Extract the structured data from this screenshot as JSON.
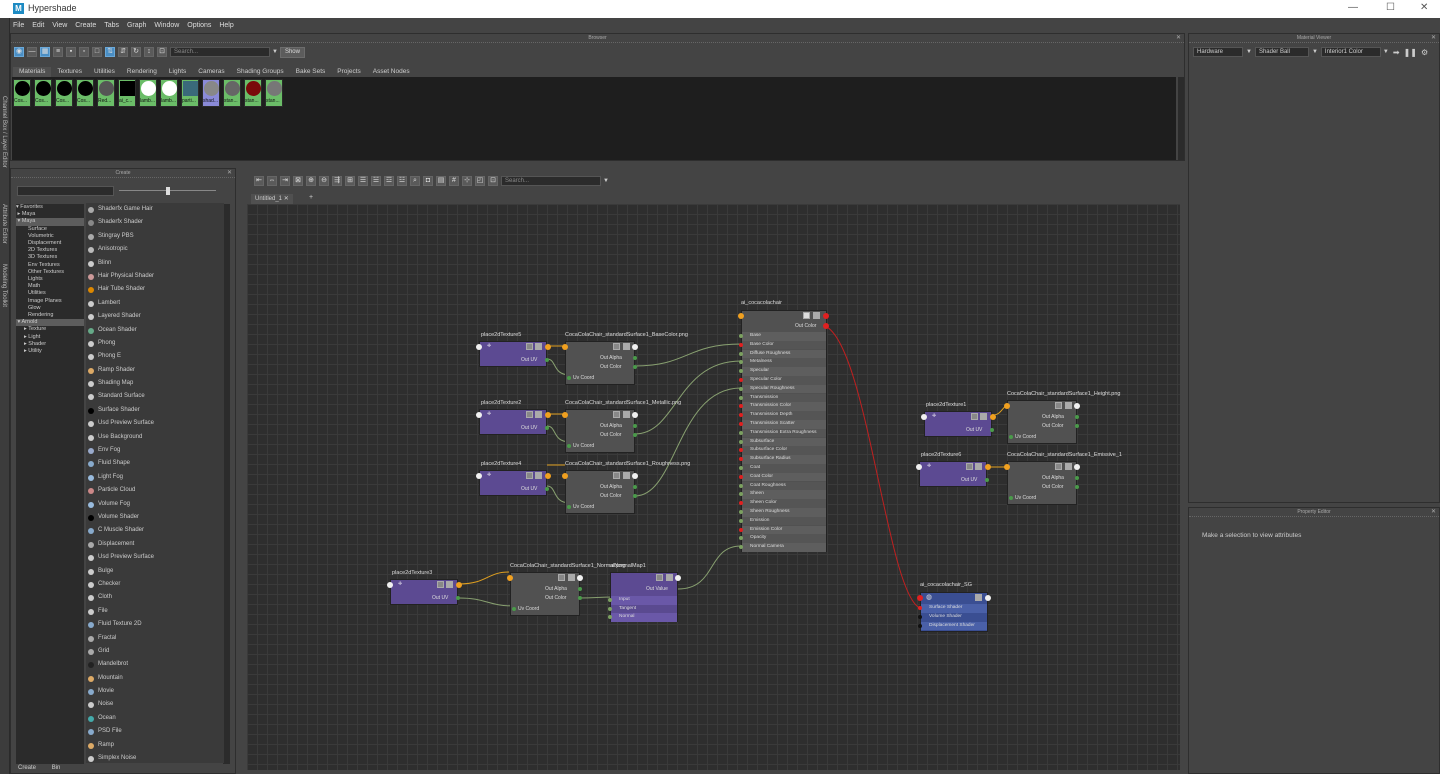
{
  "window": {
    "title": "Hypershade",
    "logo": "M",
    "min": "—",
    "max": "☐",
    "close": "✕"
  },
  "menu": [
    "File",
    "Edit",
    "View",
    "Create",
    "Tabs",
    "Graph",
    "Window",
    "Options",
    "Help"
  ],
  "left_strip": [
    "Channel Box / Layer Editor",
    "Attribute Editor",
    "Modeling Toolkit"
  ],
  "browser": {
    "title": "Browser",
    "search_placeholder": "Search...",
    "show_label": "Show",
    "tabs": [
      "Materials",
      "Textures",
      "Utilities",
      "Rendering",
      "Lights",
      "Cameras",
      "Shading Groups",
      "Bake Sets",
      "Projects",
      "Asset Nodes"
    ],
    "swatches": [
      "Cos...",
      "Cos...",
      "Cos...",
      "Cos...",
      "Red...",
      "ai_c...",
      "lamb...",
      "lamb...",
      "parti...",
      "shad...",
      "stan...",
      "stan...",
      "stan..."
    ]
  },
  "material_viewer": {
    "title": "Material Viewer",
    "renderer": "Hardware",
    "shape": "Shader Ball",
    "env": "Interior1 Color"
  },
  "property_editor": {
    "title": "Property Editor",
    "message": "Make a selection to view attributes"
  },
  "create": {
    "title": "Create",
    "tree": [
      "Favorites",
      "Maya",
      "Surface",
      "Volumetric",
      "Displacement",
      "2D Textures",
      "3D Textures",
      "Env Textures",
      "Other Textures",
      "Lights",
      "Math",
      "Utilities",
      "Image Planes",
      "Glow",
      "Rendering",
      "Arnold",
      "Texture",
      "Light",
      "Shader",
      "Utility"
    ],
    "nodes": [
      "Shaderfx Game Hair",
      "Shaderfx Shader",
      "Stingray PBS",
      "Anisotropic",
      "Blinn",
      "Hair Physical Shader",
      "Hair Tube Shader",
      "Lambert",
      "Layered Shader",
      "Ocean Shader",
      "Phong",
      "Phong E",
      "Ramp Shader",
      "Shading Map",
      "Standard Surface",
      "Surface Shader",
      "Usd Preview Surface",
      "Use Background",
      "Env Fog",
      "Fluid Shape",
      "Light Fog",
      "Particle Cloud",
      "Volume Fog",
      "Volume Shader",
      "C Muscle Shader",
      "Displacement",
      "Usd Preview Surface",
      "Bulge",
      "Checker",
      "Cloth",
      "File",
      "Fluid Texture 2D",
      "Fractal",
      "Grid",
      "Mandelbrot",
      "Mountain",
      "Movie",
      "Noise",
      "Ocean",
      "PSD File",
      "Ramp",
      "Simplex Noise"
    ],
    "bottom_tabs": [
      "Create",
      "Bin"
    ]
  },
  "editor": {
    "tab": "Untitled_1",
    "search_placeholder": "Search..."
  },
  "graph": {
    "aiMat": {
      "name": "ai_cocacolachair",
      "out": "Out Color",
      "attrs": [
        "Base",
        "Base Color",
        "Diffuse Roughness",
        "Metalness",
        "Specular",
        "Specular Color",
        "Specular Roughness",
        "Transmission",
        "Transmission Color",
        "Transmission Depth",
        "Transmission Scatter",
        "Transmission Extra Roughness",
        "Subsurface",
        "Subsurface Color",
        "Subsurface Radius",
        "Coat",
        "Coat Color",
        "Coat Roughness",
        "Sheen",
        "Sheen Color",
        "Sheen Roughness",
        "Emission",
        "Emission Color",
        "Opacity",
        "Normal Camera"
      ]
    },
    "p5": "place2dTexture5",
    "p2": "place2dTexture2",
    "p4": "place2dTexture4",
    "p3": "place2dTexture3",
    "p1": "place2dTexture1",
    "p6": "place2dTexture6",
    "outuv": "Out UV",
    "f_base": "CocaColaChair_standardSurface1_BaseColor.png",
    "f_metal": "CocaColaChair_standardSurface1_Metallic.png",
    "f_rough": "CocaColaChair_standardSurface1_Roughness.png",
    "f_normal": "CocaColaChair_standardSurface1_Normal.png",
    "f_height": "CocaColaChair_standardSurface1_Height.png",
    "f_emis": "CocaColaChair_standardSurface1_Emissive_1",
    "out_alpha": "Out Alpha",
    "out_color": "Out Color",
    "uv_coord": "Uv Coord",
    "normal_map": {
      "name": "aiNormalMap1",
      "out": "Out Value",
      "attrs": [
        "Input",
        "Tangent",
        "Normal"
      ]
    },
    "sg": {
      "name": "ai_cocacolachair_SG",
      "attrs": [
        "Surface Shader",
        "Volume Shader",
        "Displacement Shader"
      ]
    }
  }
}
